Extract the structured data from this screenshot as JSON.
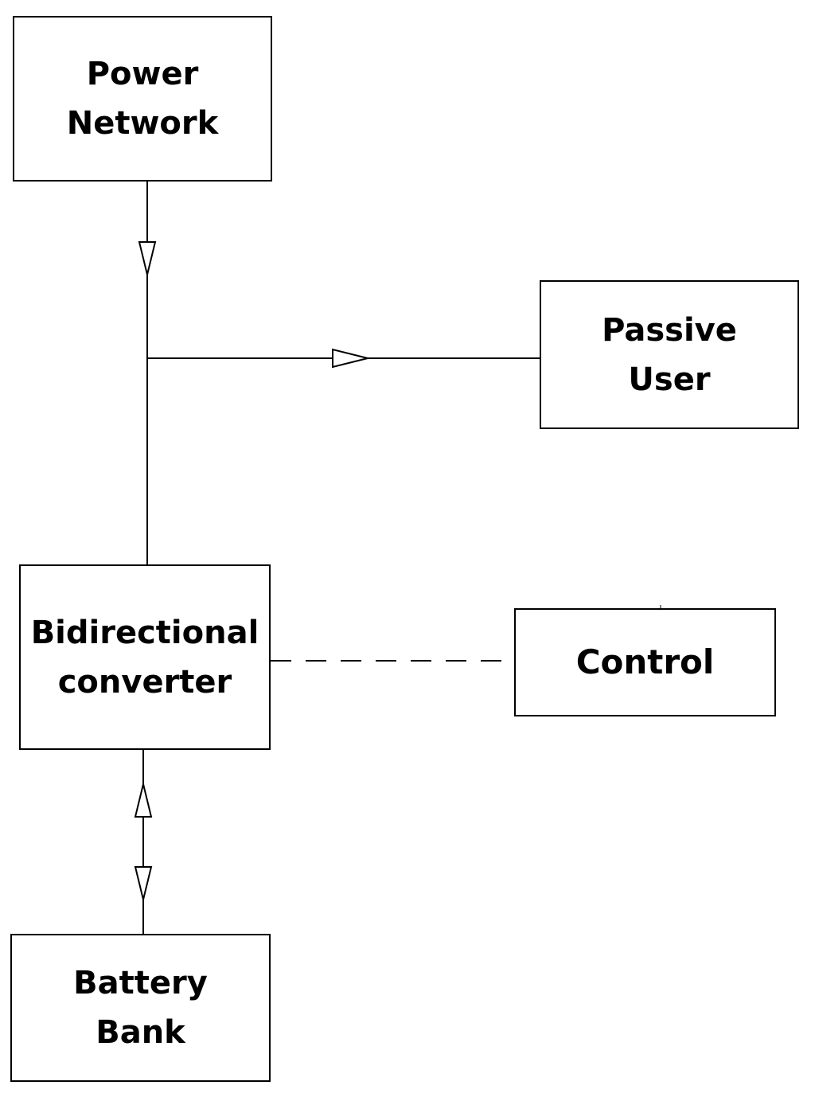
{
  "blocks": {
    "power_network": {
      "lines": [
        "Power",
        "Network"
      ]
    },
    "passive_user": {
      "lines": [
        "Passive",
        "User"
      ]
    },
    "bidirectional_converter": {
      "lines": [
        "Bidirectional",
        "converter"
      ]
    },
    "control": {
      "lines": [
        "Control"
      ]
    },
    "battery_bank": {
      "lines": [
        "Battery",
        "Bank"
      ]
    }
  },
  "connections": [
    {
      "from": "power_network",
      "to": "bus",
      "style": "solid",
      "arrow": "open-triangle-down"
    },
    {
      "from": "bus",
      "to": "passive_user",
      "style": "solid",
      "arrow": "open-triangle-right"
    },
    {
      "from": "bus",
      "to": "bidirectional_converter",
      "style": "solid",
      "arrow": "none"
    },
    {
      "from": "bidirectional_converter",
      "to": "control",
      "style": "dashed",
      "arrow": "none"
    },
    {
      "from": "bidirectional_converter",
      "to": "battery_bank",
      "style": "solid",
      "arrow": "open-triangle-both"
    }
  ],
  "colors": {
    "line": "#000000",
    "fill": "#ffffff"
  }
}
